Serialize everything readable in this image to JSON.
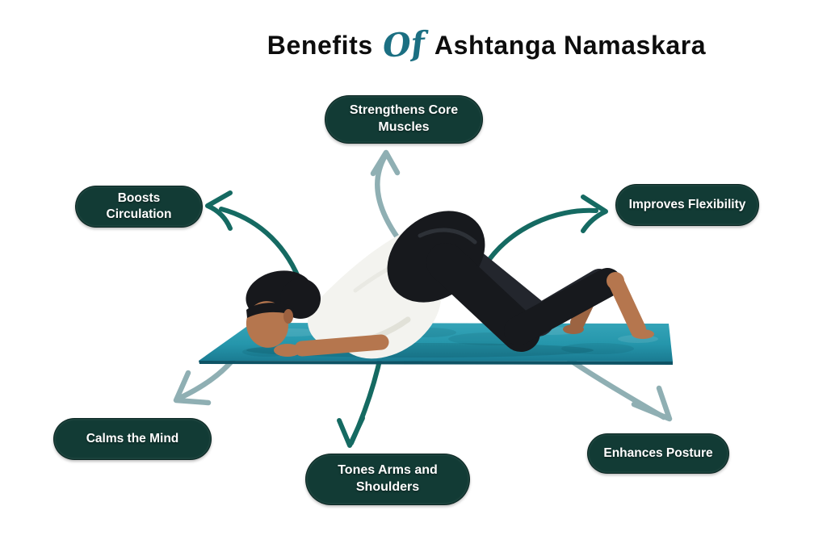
{
  "title": {
    "benefits_word": "Benefits",
    "of_word": "Of",
    "pose_name": "Ashtanga Namaskara"
  },
  "benefits": [
    {
      "id": "strengthens-core-muscles",
      "label": "Strengthens Core Muscles",
      "position": "top-center"
    },
    {
      "id": "boosts-circulation",
      "label": "Boosts Circulation",
      "position": "mid-left"
    },
    {
      "id": "improves-flexibility",
      "label": "Improves Flexibility",
      "position": "mid-right"
    },
    {
      "id": "calms-the-mind",
      "label": "Calms the Mind",
      "position": "bottom-left"
    },
    {
      "id": "tones-arms-and-shoulders",
      "label": "Tones Arms and Shoulders",
      "position": "bottom-center"
    },
    {
      "id": "enhances-posture",
      "label": "Enhances Posture",
      "position": "bottom-right"
    }
  ],
  "illustration": {
    "description": "Man in a white t-shirt and black pants performing Ashtanga Namaskara (eight-limbed pose) with chin, chest, palms, knees and toes on a teal yoga mat"
  },
  "colors": {
    "badge": "#123b35",
    "badge_text": "#ffffff",
    "arrow_dark": "#156a62",
    "arrow_light": "#8fafb3",
    "accent_script": "#1b6f82",
    "title_text": "#0d0d0d",
    "mat": "#2596ab",
    "background": "#ffffff"
  }
}
